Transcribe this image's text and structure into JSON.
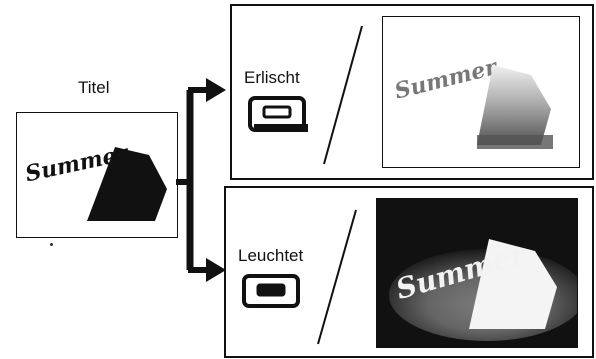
{
  "diagram": {
    "title": "Titel",
    "states": [
      {
        "label": "Erlischt"
      },
      {
        "label": "Leuchtet"
      }
    ],
    "logo_text": "Summer",
    "colors": {
      "ink": "#111111",
      "paper": "#ffffff"
    },
    "icons": [
      "switch-off-icon",
      "switch-on-icon",
      "arrow-right-icon"
    ]
  }
}
